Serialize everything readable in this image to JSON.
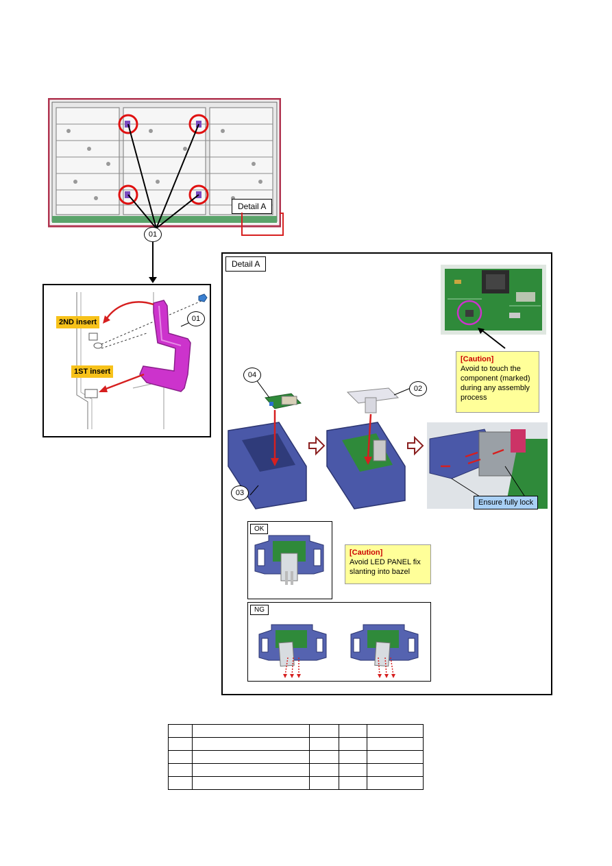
{
  "labels": {
    "detail_a_tag": "Detail A",
    "detail_a_title": "Detail A",
    "callout_01_main": "01",
    "callout_01_inset": "01",
    "callout_02": "02",
    "callout_03": "03",
    "callout_04": "04",
    "insert_2nd": "2ND insert",
    "insert_1st": "1ST insert",
    "ok": "OK",
    "ng": "NG",
    "ensure_lock": "Ensure fully lock"
  },
  "caution_top": {
    "title": "[Caution]",
    "body": "Avoid to touch the component (marked) during any assembly process"
  },
  "caution_ok": {
    "title": "[Caution]",
    "body": "Avoid LED PANEL fix slanting into bazel"
  },
  "parts_table": {
    "rows": [
      [
        "",
        "",
        "",
        "",
        ""
      ],
      [
        "",
        "",
        "",
        "",
        ""
      ],
      [
        "",
        "",
        "",
        "",
        ""
      ],
      [
        "",
        "",
        "",
        "",
        ""
      ],
      [
        "",
        "",
        "",
        "",
        ""
      ]
    ]
  },
  "colors": {
    "frame_red": "#d61f1f",
    "bracket_magenta": "#cc33cc",
    "pcb_green": "#2f8a3a",
    "holder_blue": "#4a58a8",
    "caution_yellow": "#ffff99",
    "insert_orange": "#f7c21a"
  }
}
